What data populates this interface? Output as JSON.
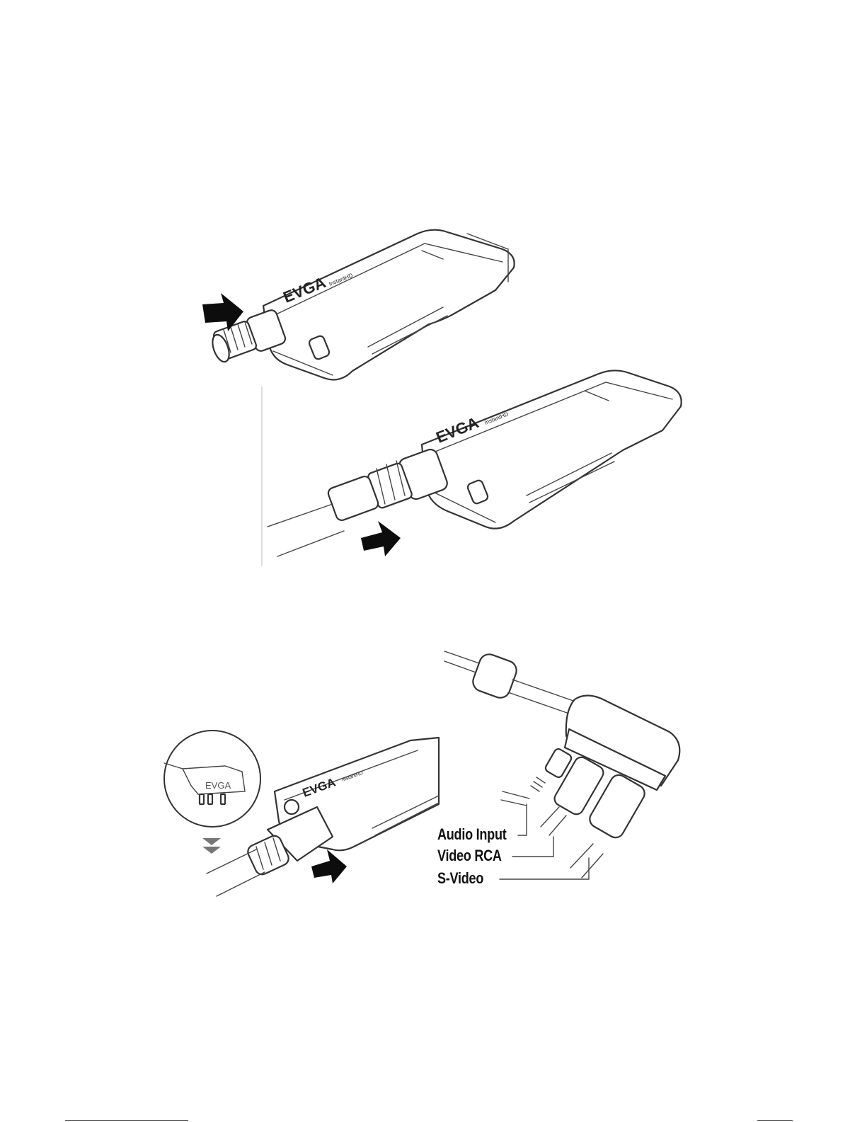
{
  "labels": {
    "audio_input": "Audio Input",
    "video_rca": "Video RCA",
    "s_video": "S-Video"
  },
  "device": {
    "brand": "EVGA",
    "model": "InstantHD"
  },
  "colors": {
    "line": "#333333",
    "arrow": "#0d0d0d",
    "background": "#ffffff"
  }
}
